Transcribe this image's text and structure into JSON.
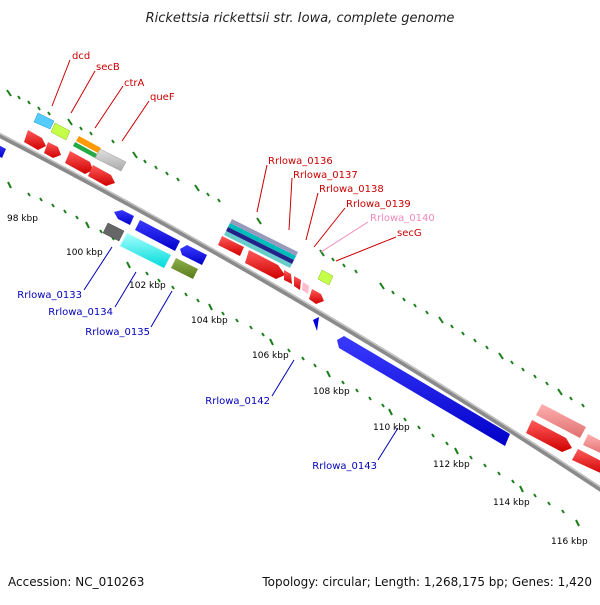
{
  "title": "Rickettsia rickettsii str. Iowa, complete genome",
  "footer": {
    "accession": "Accession: NC_010263",
    "summary": "Topology: circular; Length: 1,268,175 bp; Genes: 1,420"
  },
  "colors": {
    "backbone": "#8a8a8a",
    "tick": "#1a7f1a",
    "top_label": "#cc0000",
    "bottom_label": "#0000bb",
    "highlight_label": "#ee88bb"
  },
  "scale_labels": [
    "98 kbp",
    "100 kbp",
    "102 kbp",
    "104 kbp",
    "106 kbp",
    "108 kbp",
    "110 kbp",
    "112 kbp",
    "114 kbp",
    "116 kbp"
  ],
  "top_gene_labels": [
    {
      "text": "dcd",
      "color": "#cc0000"
    },
    {
      "text": "secB",
      "color": "#cc0000"
    },
    {
      "text": "ctrA",
      "color": "#cc0000"
    },
    {
      "text": "queF",
      "color": "#cc0000"
    },
    {
      "text": "Rrlowa_0136",
      "color": "#cc0000"
    },
    {
      "text": "Rrlowa_0137",
      "color": "#cc0000"
    },
    {
      "text": "Rrlowa_0138",
      "color": "#cc0000"
    },
    {
      "text": "Rrlowa_0139",
      "color": "#cc0000"
    },
    {
      "text": "Rrlowa_0140",
      "color": "#ee88bb"
    },
    {
      "text": "secG",
      "color": "#cc0000"
    }
  ],
  "bottom_gene_labels": [
    {
      "text": "Rrlowa_0133"
    },
    {
      "text": "Rrlowa_0134"
    },
    {
      "text": "Rrlowa_0135"
    },
    {
      "text": "Rrlowa_0142"
    },
    {
      "text": "Rrlowa_0143"
    }
  ]
}
